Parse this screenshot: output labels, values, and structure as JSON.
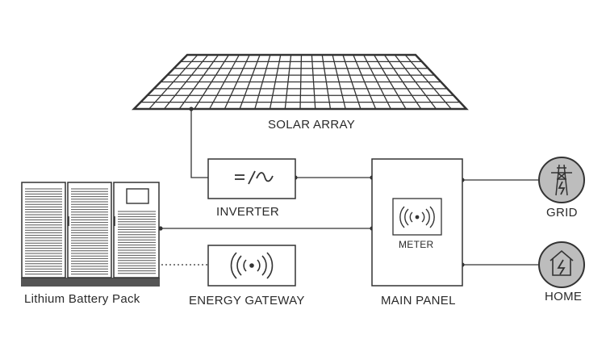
{
  "labels": {
    "solar_array": "SOLAR ARRAY",
    "inverter": "INVERTER",
    "battery": "Lithium Battery Pack",
    "gateway": "ENERGY GATEWAY",
    "main_panel": "MAIN PANEL",
    "meter": "METER",
    "grid": "GRID",
    "home": "HOME"
  },
  "inverter_symbol": "=/~",
  "icons": {
    "wireless": "wireless-signal-icon",
    "grid": "transmission-tower-icon",
    "home": "home-power-icon",
    "inverter": "ac-dc-icon"
  },
  "colors": {
    "line": "#333333",
    "circle_fill": "#bdbdbd",
    "battery_base": "#555555"
  }
}
